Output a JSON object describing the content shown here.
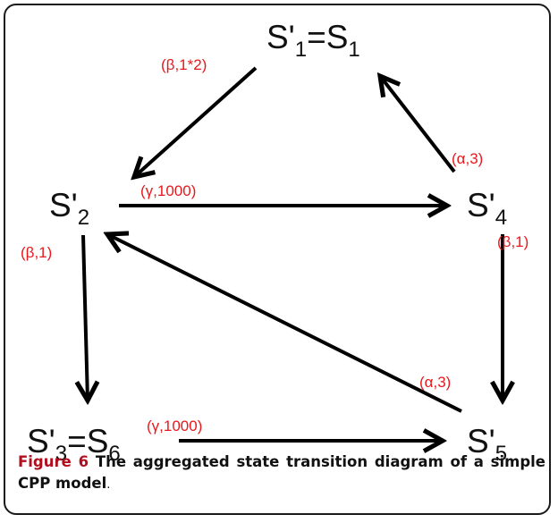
{
  "colors": {
    "label_color": "#e8191c",
    "arrow_color": "#000000",
    "caption_label_color": "#b0101e"
  },
  "nodes": {
    "s1": {
      "base": "S'",
      "sub": "1",
      "eq": "=S",
      "eq_sub": "1"
    },
    "s2": {
      "base": "S'",
      "sub": "2"
    },
    "s3": {
      "base": "S'",
      "sub": "3",
      "eq": "=S",
      "eq_sub": "6"
    },
    "s4": {
      "base": "S'",
      "sub": "4"
    },
    "s5": {
      "base": "S'",
      "sub": "5"
    }
  },
  "edges": [
    {
      "id": "s1-to-s2",
      "label": "(β,1*2)"
    },
    {
      "id": "s4-to-s1",
      "label": "(α,3)"
    },
    {
      "id": "s2-to-s4",
      "label": "(γ,1000)"
    },
    {
      "id": "s2-to-s3",
      "label": "(β,1)"
    },
    {
      "id": "s4-to-s5",
      "label": "(β,1)"
    },
    {
      "id": "s5-to-s2",
      "label": "(α,3)"
    },
    {
      "id": "s3-to-s5",
      "label": "(γ,1000)"
    }
  ],
  "caption": {
    "label": "Figure 6",
    "text": " The aggregated state transition diagram of a simple CPP model",
    "period": "."
  }
}
